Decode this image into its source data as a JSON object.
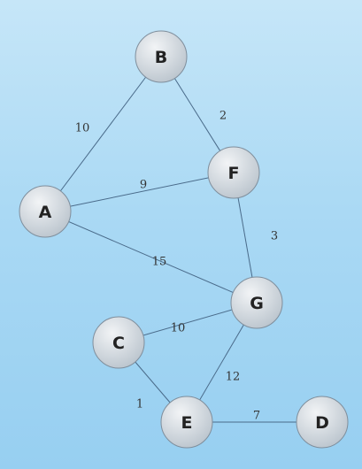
{
  "nodes": [
    {
      "id": "A",
      "label": "A"
    },
    {
      "id": "B",
      "label": "B"
    },
    {
      "id": "F",
      "label": "F"
    },
    {
      "id": "G",
      "label": "G"
    },
    {
      "id": "C",
      "label": "C"
    },
    {
      "id": "E",
      "label": "E"
    },
    {
      "id": "D",
      "label": "D"
    }
  ],
  "edges": [
    {
      "from": "A",
      "to": "B",
      "weight": "10"
    },
    {
      "from": "B",
      "to": "F",
      "weight": "2"
    },
    {
      "from": "A",
      "to": "F",
      "weight": "9"
    },
    {
      "from": "F",
      "to": "G",
      "weight": "3"
    },
    {
      "from": "A",
      "to": "G",
      "weight": "15"
    },
    {
      "from": "C",
      "to": "G",
      "weight": "10"
    },
    {
      "from": "G",
      "to": "E",
      "weight": "12"
    },
    {
      "from": "C",
      "to": "E",
      "weight": "1"
    },
    {
      "from": "E",
      "to": "D",
      "weight": "7"
    }
  ],
  "colors": {
    "node_fill_light": "#f2f4f6",
    "node_fill_dark": "#b9c3cc",
    "edge": "#4a6b8a"
  }
}
